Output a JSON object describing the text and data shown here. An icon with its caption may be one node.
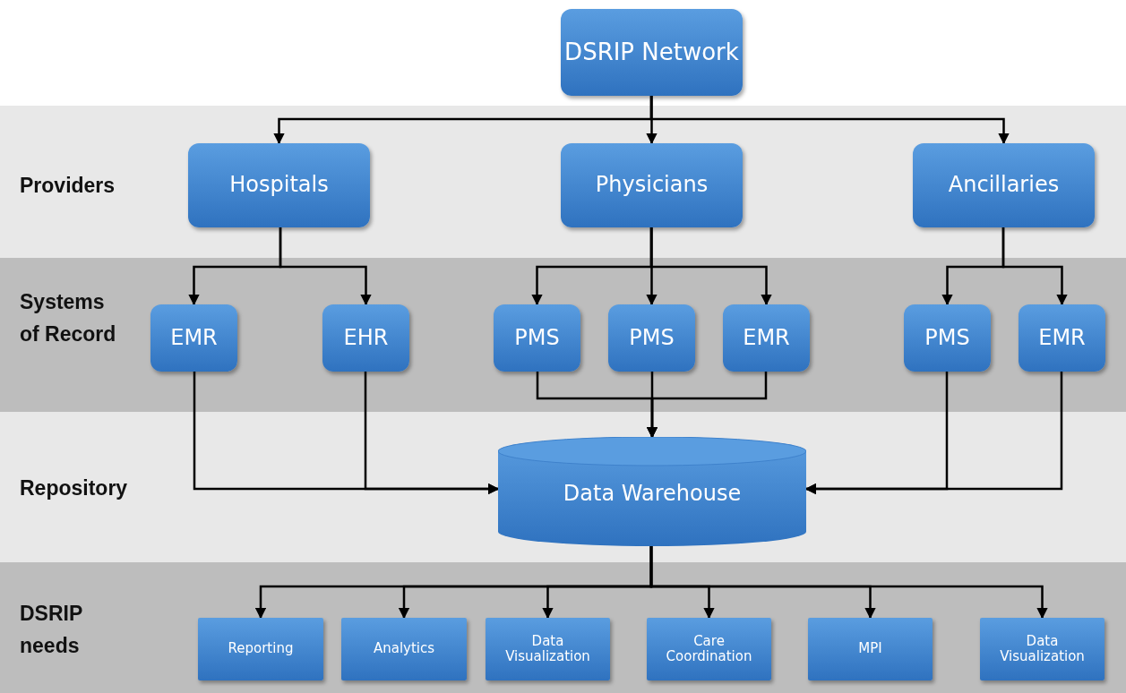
{
  "diagram": {
    "nodes": [
      {
        "text": [
          "DSRIP Network"
        ]
      },
      {
        "text": [
          "Providers"
        ]
      },
      {
        "text": [
          "Hospitals"
        ],
        "in": 1
      },
      {
        "text": [
          "Physicians"
        ],
        "in": 1
      },
      {
        "text": [
          "Ancillaries"
        ],
        "in": 1
      },
      {
        "text": [
          "Systems of Record"
        ]
      },
      {
        "text": [
          "EMR"
        ],
        "in": 5
      },
      {
        "text": [
          "EHR"
        ],
        "in": 5
      },
      {
        "text": [
          "PMS"
        ],
        "in": 5
      },
      {
        "text": [
          "PMS"
        ],
        "in": 5
      },
      {
        "text": [
          "EMR"
        ],
        "in": 5
      },
      {
        "text": [
          "PMS"
        ],
        "in": 5
      },
      {
        "text": [
          "EMR"
        ],
        "in": 5
      },
      {
        "text": [
          "Repository"
        ]
      },
      {
        "text": [
          "Data Warehouse"
        ],
        "in": 13
      },
      {
        "text": [
          "DSRIP needs"
        ]
      },
      {
        "text": [
          "Reporting"
        ],
        "in": 15
      },
      {
        "text": [
          "Analytics"
        ],
        "in": 15
      },
      {
        "text": [
          "Data Visualization"
        ],
        "in": 15
      },
      {
        "text": [
          "Care Coordination"
        ],
        "in": 15
      },
      {
        "text": [
          "MPI"
        ],
        "in": 15
      },
      {
        "text": [
          "Data Visualization"
        ],
        "in": 15
      }
    ],
    "edges": [
      {
        "from": 0,
        "to": 2,
        "arrow": "to"
      },
      {
        "from": 0,
        "to": 3,
        "arrow": "to"
      },
      {
        "from": 0,
        "to": 4,
        "arrow": "to"
      },
      {
        "from": 2,
        "to": 6,
        "arrow": "to"
      },
      {
        "from": 2,
        "to": 7,
        "arrow": "to"
      },
      {
        "from": 3,
        "to": 8,
        "arrow": "to"
      },
      {
        "from": 3,
        "to": 9,
        "arrow": "to"
      },
      {
        "from": 3,
        "to": 10,
        "arrow": "to"
      },
      {
        "from": 4,
        "to": 11,
        "arrow": "to"
      },
      {
        "from": 4,
        "to": 12,
        "arrow": "to"
      },
      {
        "from": 6,
        "to": 14,
        "arrow": "to"
      },
      {
        "from": 7,
        "to": 14,
        "arrow": "to"
      },
      {
        "from": 8,
        "to": 14,
        "arrow": "to"
      },
      {
        "from": 9,
        "to": 14,
        "arrow": "to"
      },
      {
        "from": 10,
        "to": 14,
        "arrow": "to"
      },
      {
        "from": 11,
        "to": 14,
        "arrow": "to"
      },
      {
        "from": 12,
        "to": 14,
        "arrow": "to"
      },
      {
        "from": 14,
        "to": 16,
        "arrow": "to"
      },
      {
        "from": 14,
        "to": 17,
        "arrow": "to"
      },
      {
        "from": 14,
        "to": 18,
        "arrow": "to"
      },
      {
        "from": 14,
        "to": 19,
        "arrow": "to"
      },
      {
        "from": 14,
        "to": 20,
        "arrow": "to"
      },
      {
        "from": 14,
        "to": 21,
        "arrow": "to"
      }
    ]
  }
}
